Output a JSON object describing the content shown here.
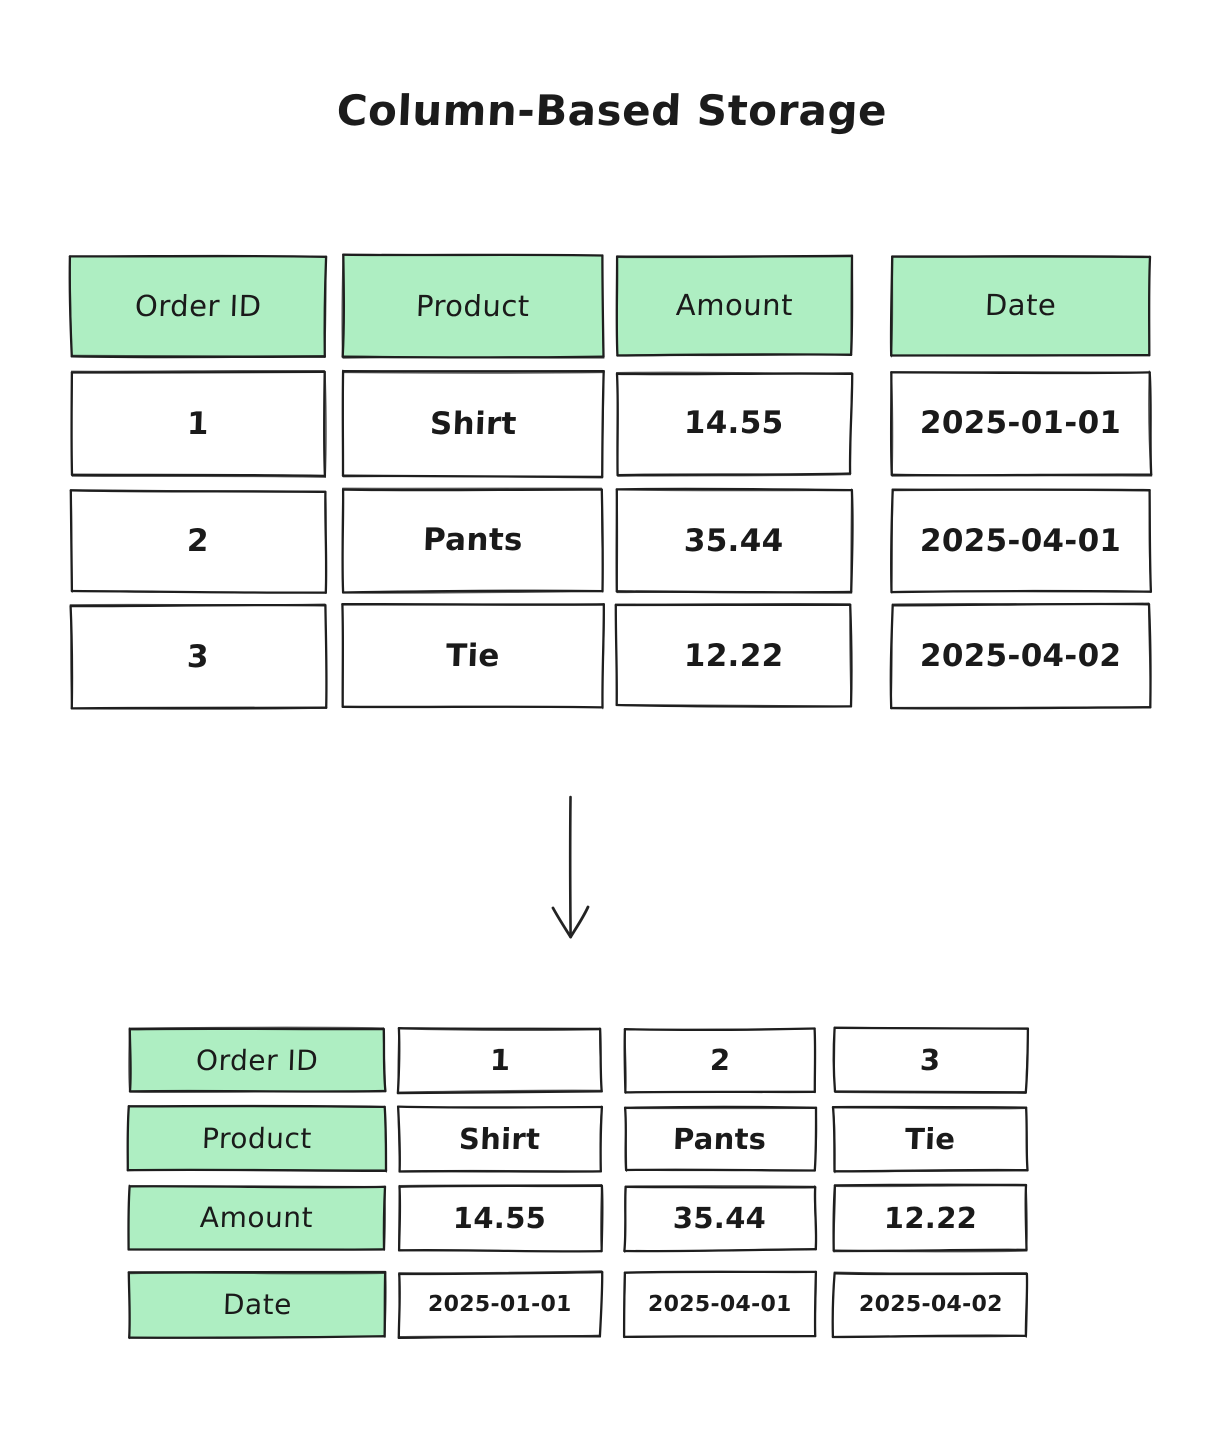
{
  "title": "Column-Based Storage",
  "colors": {
    "header_fill": "#aeeec2",
    "cell_fill": "#ffffff",
    "stroke": "#1f1f1f",
    "text": "#1a1a1a",
    "background": "#ffffff"
  },
  "row_table": {
    "name": "row-based-table",
    "columns": [
      "Order ID",
      "Product",
      "Amount",
      "Date"
    ],
    "rows": [
      [
        "1",
        "Shirt",
        "14.55",
        "2025-01-01"
      ],
      [
        "2",
        "Pants",
        "35.44",
        "2025-04-01"
      ],
      [
        "3",
        "Tie",
        "12.22",
        "2025-04-02"
      ]
    ]
  },
  "arrow": {
    "icon": "arrow-down-icon",
    "direction": "down"
  },
  "column_table": {
    "name": "column-based-table",
    "labels": [
      "Order ID",
      "Product",
      "Amount",
      "Date"
    ],
    "rows": [
      [
        "1",
        "2",
        "3"
      ],
      [
        "Shirt",
        "Pants",
        "Tie"
      ],
      [
        "14.55",
        "35.44",
        "12.22"
      ],
      [
        "2025-01-01",
        "2025-04-01",
        "2025-04-02"
      ]
    ]
  },
  "chart_data": {
    "type": "table",
    "title": "Column-Based Storage",
    "row_oriented": {
      "headers": [
        "Order ID",
        "Product",
        "Amount",
        "Date"
      ],
      "records": [
        {
          "Order ID": "1",
          "Product": "Shirt",
          "Amount": "14.55",
          "Date": "2025-01-01"
        },
        {
          "Order ID": "2",
          "Product": "Pants",
          "Amount": "35.44",
          "Date": "2025-04-01"
        },
        {
          "Order ID": "3",
          "Product": "Tie",
          "Amount": "12.22",
          "Date": "2025-04-02"
        }
      ]
    },
    "column_oriented": {
      "Order ID": [
        "1",
        "2",
        "3"
      ],
      "Product": [
        "Shirt",
        "Pants",
        "Tie"
      ],
      "Amount": [
        "14.55",
        "35.44",
        "12.22"
      ],
      "Date": [
        "2025-01-01",
        "2025-04-01",
        "2025-04-02"
      ]
    }
  }
}
